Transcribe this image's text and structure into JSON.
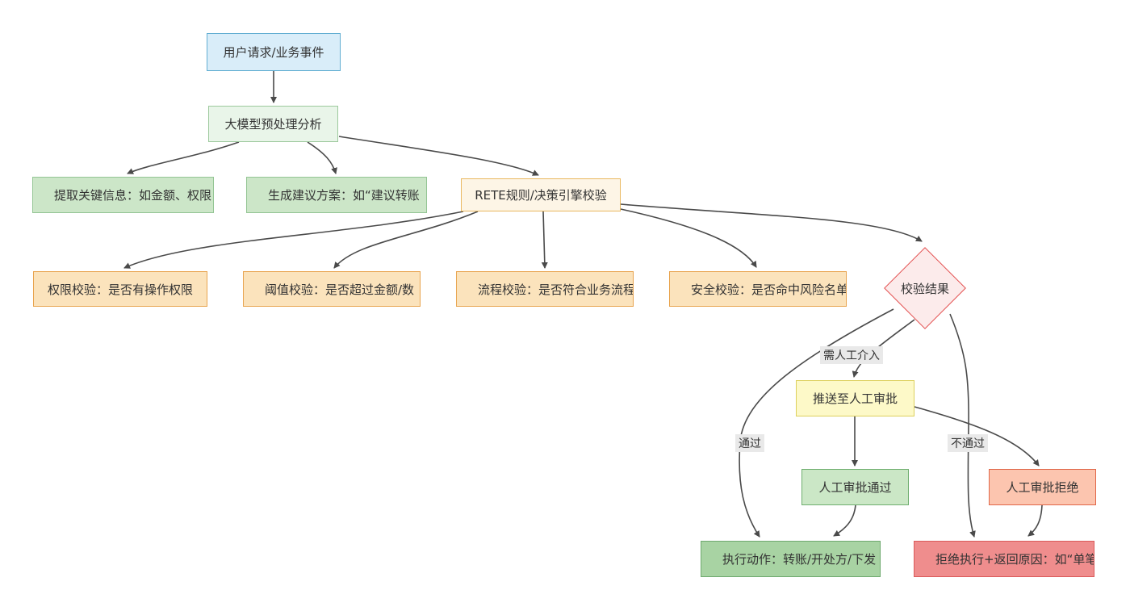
{
  "diagram": {
    "nodes": {
      "user_request": {
        "label": "用户请求/业务事件"
      },
      "llm_preprocess": {
        "label": "大模型预处理分析"
      },
      "extract_info": {
        "label": "提取关键信息：如金额、权限"
      },
      "suggest_plan": {
        "label": "生成建议方案：如“建议转账"
      },
      "rete_engine": {
        "label": "RETE规则/决策引擎校验"
      },
      "perm_check": {
        "label": "权限校验：是否有操作权限"
      },
      "threshold_check": {
        "label": "阈值校验：是否超过金额/数"
      },
      "process_check": {
        "label": "流程校验：是否符合业务流程"
      },
      "security_check": {
        "label": "安全校验：是否命中风险名单"
      },
      "check_result": {
        "label": "校验结果"
      },
      "push_manual": {
        "label": "推送至人工审批"
      },
      "manual_pass": {
        "label": "人工审批通过"
      },
      "manual_reject": {
        "label": "人工审批拒绝"
      },
      "execute_action": {
        "label": "执行动作：转账/开处方/下发"
      },
      "reject_execute": {
        "label": "拒绝执行+返回原因：如“单笔"
      }
    },
    "edge_labels": {
      "need_manual": "需人工介入",
      "pass": "通过",
      "fail": "不通过"
    },
    "colors": {
      "edge-stroke": "#4a4a4a",
      "node-text": "#333333",
      "label-bg": "#e9e9e9",
      "blue-fill": "#d9edf9",
      "blue-border": "#62aed2",
      "lightgreen-fill": "#e9f5e9",
      "lightgreen-border": "#9dc99d",
      "green-fill": "#cce6c8",
      "green-border": "#94c594",
      "midgreen-fill": "#cbe7c6",
      "midgreen-border": "#6fae6f",
      "darkgreen-fill": "#a8d3a3",
      "darkgreen-border": "#6ea96e",
      "cream-fill": "#fdf5e6",
      "cream-border": "#eab860",
      "orange-fill": "#fbe3bc",
      "orange-border": "#e8a44f",
      "pink-fill": "#fcebeb",
      "pink-border": "#e34f4f",
      "yellow-fill": "#fdf9c8",
      "yellow-border": "#ddd05e",
      "salmon-fill": "#fcc5af",
      "salmon-border": "#e06648",
      "red-fill": "#ef8d8d",
      "red-border": "#da5a5a"
    }
  }
}
